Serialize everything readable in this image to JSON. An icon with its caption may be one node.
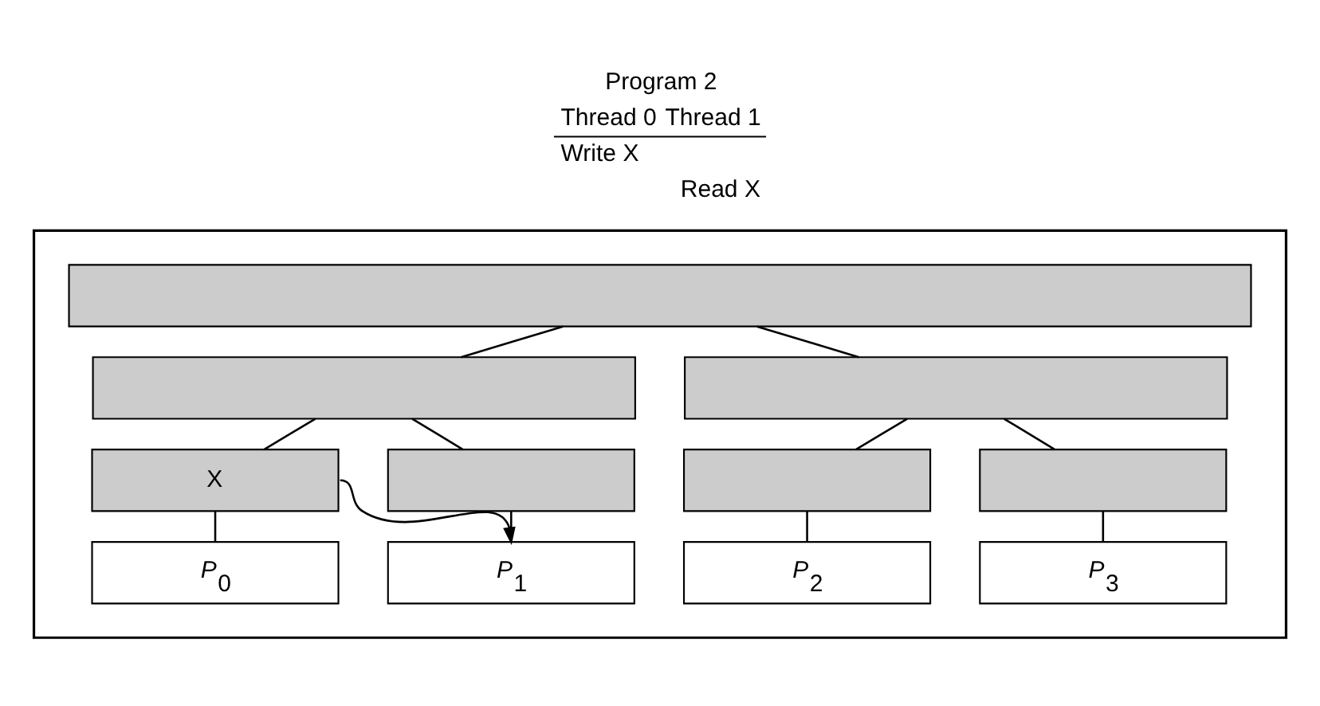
{
  "diagram": {
    "nodes": [
      {
        "text": [],
        "shape": "box"
      },
      {
        "text": [],
        "shape": "bar",
        "in": 0
      },
      {
        "text": [],
        "shape": "bar",
        "in": 0
      },
      {
        "text": [],
        "shape": "bar",
        "in": 0
      },
      {
        "text": [
          "X"
        ],
        "in": 0
      },
      {
        "text": [],
        "shape": "bar",
        "in": 0
      },
      {
        "text": [],
        "shape": "bar",
        "in": 0
      },
      {
        "text": [],
        "shape": "bar",
        "in": 0
      },
      {
        "text": [
          "*P*$_{0}$"
        ],
        "in": 0
      },
      {
        "text": [
          "*P*$_{1}$"
        ],
        "in": 0
      },
      {
        "text": [
          "*P*$_{2}$"
        ],
        "in": 0
      },
      {
        "text": [
          "*P*$_{3}$"
        ],
        "in": 0
      }
    ],
    "edges": [
      {
        "from": 1,
        "to": 2,
        "arrow": "none"
      },
      {
        "from": 1,
        "to": 3,
        "arrow": "none"
      },
      {
        "from": 2,
        "to": 4,
        "arrow": "none"
      },
      {
        "from": 2,
        "to": 5,
        "arrow": "none"
      },
      {
        "from": 3,
        "to": 6,
        "arrow": "none"
      },
      {
        "from": 3,
        "to": 7,
        "arrow": "none"
      },
      {
        "from": 4,
        "to": 8,
        "arrow": "none"
      },
      {
        "from": 5,
        "to": 9,
        "arrow": "none"
      },
      {
        "from": 6,
        "to": 10,
        "arrow": "none"
      },
      {
        "from": 7,
        "to": 11,
        "arrow": "none"
      },
      {
        "from": 4,
        "to": 9,
        "arrow": "to"
      }
    ],
    "labels": [
      "Program 2",
      "Thread 0",
      "Thread 1",
      "Write X",
      "Read X"
    ]
  }
}
